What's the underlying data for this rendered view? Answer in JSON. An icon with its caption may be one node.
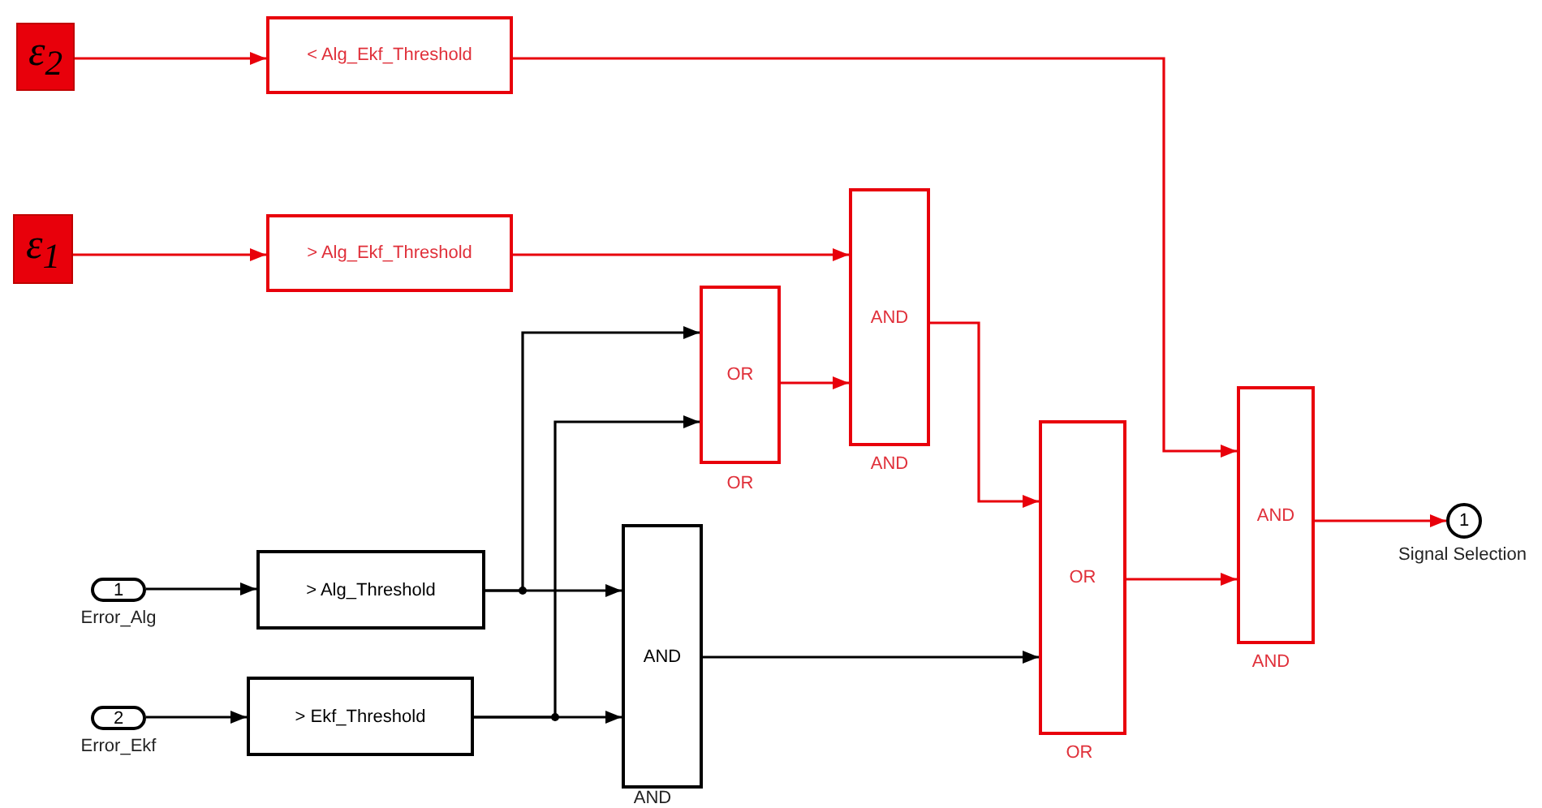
{
  "diagram": {
    "nodes": [
      {
        "text": [
          "ε$_{2}$"
        ]
      },
      {
        "text": [
          "ε$_{1}$"
        ]
      },
      {
        "text": [
          "< Alg_Ekf_Threshold"
        ]
      },
      {
        "text": [
          "> Alg_Ekf_Threshold"
        ]
      },
      {
        "text": [
          "OR"
        ],
        "beside": [
          "OR"
        ]
      },
      {
        "text": [
          "AND"
        ],
        "beside": [
          "AND"
        ]
      },
      {
        "text": [
          "1"
        ],
        "beside": [
          "Error_Alg"
        ]
      },
      {
        "text": [
          "> Alg_Threshold"
        ]
      },
      {
        "text": [
          "2"
        ],
        "beside": [
          "Error_Ekf"
        ]
      },
      {
        "text": [
          "> Ekf_Threshold"
        ]
      },
      {
        "text": [
          "AND"
        ],
        "beside": [
          "AND"
        ]
      },
      {
        "text": [
          "OR"
        ],
        "beside": [
          "OR"
        ]
      },
      {
        "text": [
          "AND"
        ],
        "beside": [
          "AND"
        ]
      },
      {
        "text": [
          "1"
        ],
        "beside": [
          "Signal Selection"
        ]
      }
    ],
    "edges": [
      {
        "from": 0,
        "to": 2,
        "arrow": "to"
      },
      {
        "from": 1,
        "to": 3,
        "arrow": "to"
      },
      {
        "from": 2,
        "to": 12,
        "arrow": "to"
      },
      {
        "from": 3,
        "to": 5,
        "arrow": "to"
      },
      {
        "from": 6,
        "to": 7,
        "arrow": "to",
        "color": "#000000"
      },
      {
        "from": 8,
        "to": 9,
        "arrow": "to",
        "color": "#000000"
      },
      {
        "from": 7,
        "to": 4,
        "arrow": "to",
        "color": "#000000"
      },
      {
        "from": 9,
        "to": 4,
        "arrow": "to",
        "color": "#000000"
      },
      {
        "from": 7,
        "to": 10,
        "arrow": "to",
        "color": "#000000"
      },
      {
        "from": 9,
        "to": 10,
        "arrow": "to",
        "color": "#000000"
      },
      {
        "from": 4,
        "to": 5,
        "arrow": "to"
      },
      {
        "from": 5,
        "to": 11,
        "arrow": "to"
      },
      {
        "from": 10,
        "to": 11,
        "arrow": "to",
        "color": "#000000"
      },
      {
        "from": 11,
        "to": 12,
        "arrow": "to"
      },
      {
        "from": 12,
        "to": 13,
        "arrow": "to"
      }
    ]
  }
}
